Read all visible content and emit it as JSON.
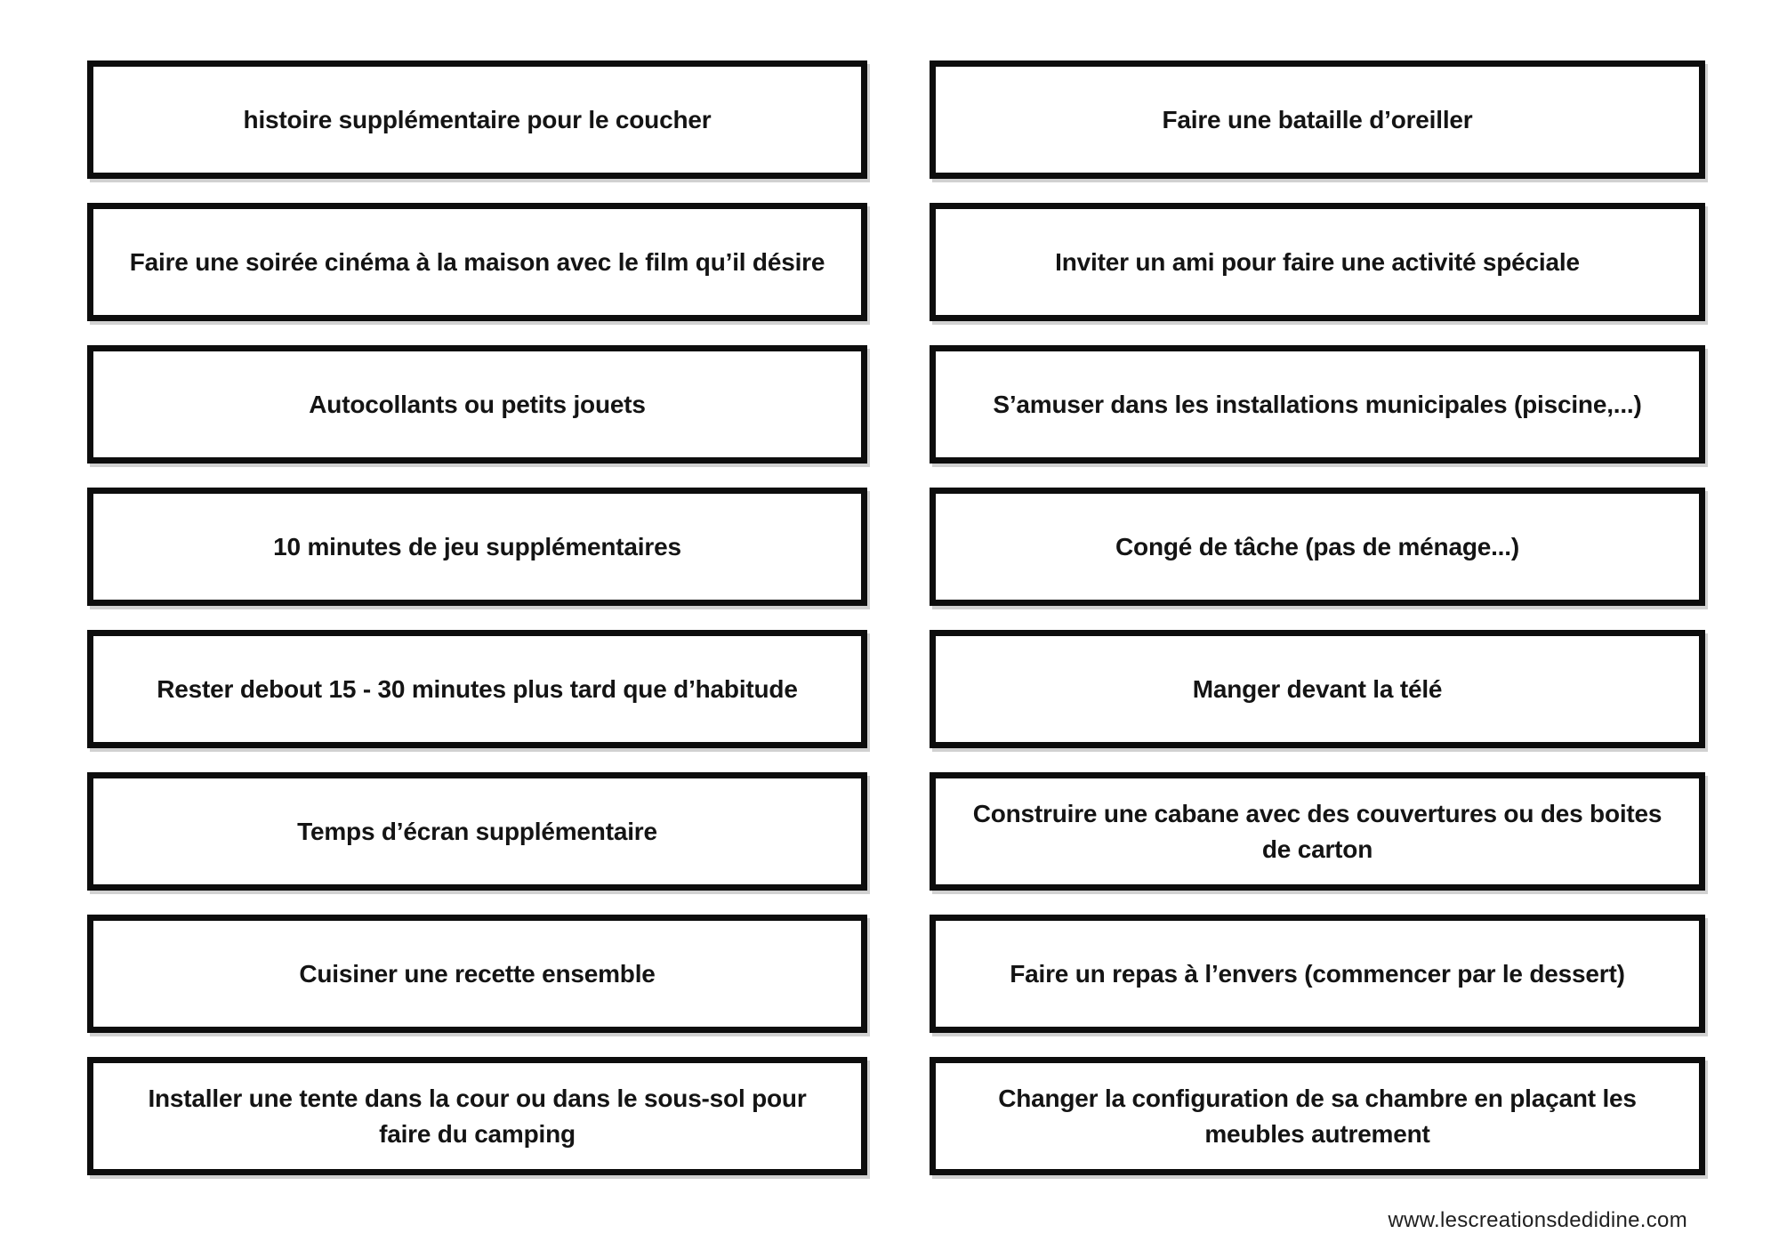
{
  "cards": {
    "left": [
      "histoire supplémentaire pour le coucher",
      "Faire une soirée cinéma à la maison avec le film qu’il désire",
      "Autocollants ou petits jouets",
      "10 minutes de jeu supplémentaires",
      "Rester debout 15 - 30 minutes plus tard que d’habitude",
      "Temps d’écran supplémentaire",
      "Cuisiner une recette ensemble",
      "Installer une tente dans la cour ou dans le sous-sol pour faire du camping"
    ],
    "right": [
      "Faire une bataille d’oreiller",
      "Inviter un ami pour faire une activité spéciale",
      "S’amuser dans les installations municipales (piscine,...)",
      "Congé de tâche (pas de ménage...)",
      "Manger devant la télé",
      "Construire une cabane avec des couvertures ou des boites de carton",
      "Faire un repas à l’envers (commencer par le dessert)",
      "Changer la configuration de sa chambre en plaçant les meubles autrement"
    ]
  },
  "footer": {
    "website": "www.lescreationsdedidine.com"
  },
  "colors": {
    "card_border": "#0d0d0d",
    "card_background": "#ffffff",
    "text": "#141414",
    "footer_text": "#1f1f1f"
  }
}
